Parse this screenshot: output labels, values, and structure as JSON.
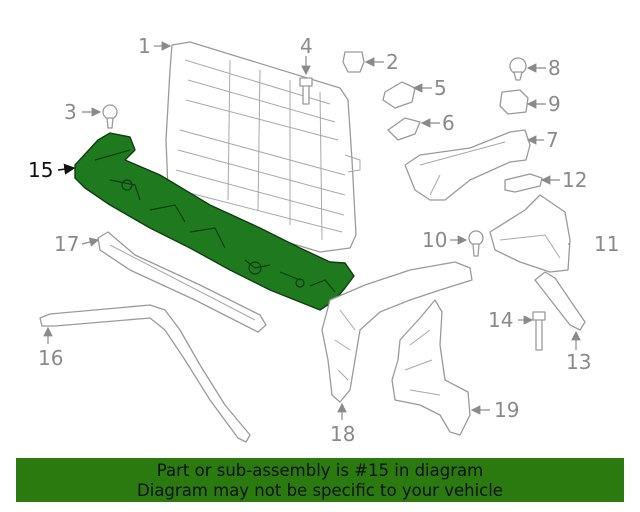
{
  "callouts": [
    "1",
    "2",
    "3",
    "4",
    "5",
    "6",
    "7",
    "8",
    "9",
    "10",
    "11",
    "12",
    "13",
    "14",
    "15",
    "16",
    "17",
    "18",
    "19"
  ],
  "highlighted_callout": "15",
  "banner": {
    "line1": "Part or sub-assembly is #15 in diagram",
    "line2": "Diagram may not be specific to your vehicle"
  },
  "colors": {
    "highlight": "#1f7a1f",
    "banner": "#2a7a10",
    "line_art": "#9a9a9a"
  }
}
